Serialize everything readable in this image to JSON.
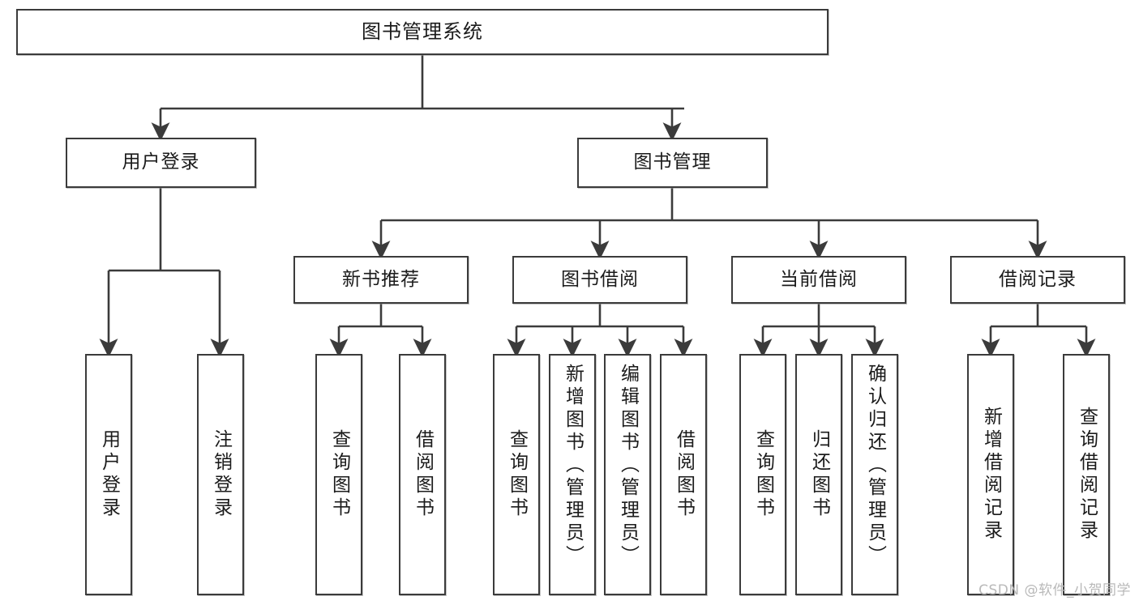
{
  "diagram": {
    "type": "tree",
    "title": "图书管理系统",
    "orientation": "top-down",
    "line_color": "#3b3b3b",
    "box_fill": "#ffffff",
    "text_color": "#1b1b1b",
    "root": {
      "id": "root",
      "label": "图书管理系统"
    },
    "level2": [
      {
        "id": "user-login",
        "label": "用户登录"
      },
      {
        "id": "book-manage",
        "label": "图书管理"
      }
    ],
    "level3": [
      {
        "id": "new-book-recommend",
        "label": "新书推荐"
      },
      {
        "id": "book-borrow",
        "label": "图书借阅"
      },
      {
        "id": "current-borrow",
        "label": "当前借阅"
      },
      {
        "id": "borrow-record",
        "label": "借阅记录"
      }
    ],
    "leaves": {
      "user-login": [
        {
          "id": "leaf-user-login",
          "label": "用户登录"
        },
        {
          "id": "leaf-user-logout",
          "label": "注销登录"
        }
      ],
      "new-book-recommend": [
        {
          "id": "leaf-query-book-1",
          "label": "查询图书"
        },
        {
          "id": "leaf-borrow-book-1",
          "label": "借阅图书"
        }
      ],
      "book-borrow": [
        {
          "id": "leaf-query-book-2",
          "label": "查询图书"
        },
        {
          "id": "leaf-add-book",
          "label": "新增图书（管理员）"
        },
        {
          "id": "leaf-edit-book",
          "label": "编辑图书（管理员）"
        },
        {
          "id": "leaf-borrow-book-2",
          "label": "借阅图书"
        }
      ],
      "current-borrow": [
        {
          "id": "leaf-query-book-3",
          "label": "查询图书"
        },
        {
          "id": "leaf-return-book",
          "label": "归还图书"
        },
        {
          "id": "leaf-confirm-return",
          "label": "确认归还（管理员）"
        }
      ],
      "borrow-record": [
        {
          "id": "leaf-add-record",
          "label": "新增借阅记录"
        },
        {
          "id": "leaf-query-record",
          "label": "查询借阅记录"
        }
      ]
    }
  },
  "watermark": {
    "text": "CSDN @软件_小贺同学"
  }
}
